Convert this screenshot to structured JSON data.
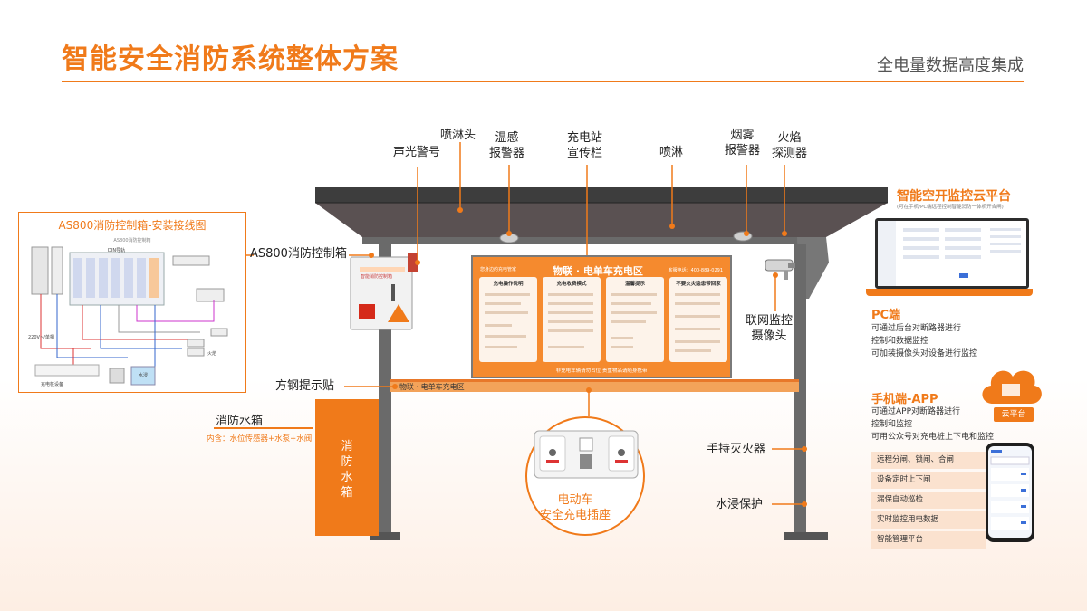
{
  "header": {
    "title": "智能安全消防系统整体方案",
    "subtitle": "全电量数据高度集成"
  },
  "colors": {
    "accent": "#f07a1a",
    "roof": "#4a4a4a",
    "pole": "#6a6a6a"
  },
  "wiring_panel": {
    "title": "AS800消防控制箱-安装接线图",
    "sub": "AS800消防控制箱",
    "labels": [
      "充电桩设备",
      "火焰",
      "水浸",
      "220V~/单相",
      "DIN导轨"
    ]
  },
  "callouts": {
    "sprinkler_head": "喷淋头",
    "alarm": "声光警号",
    "temp_sensor": "温感\n报警器",
    "station_board": "充电站\n宣传栏",
    "sprinkler": "喷淋",
    "smoke": "烟雾\n报警器",
    "flame": "火焰\n探测器",
    "control_box": "AS800消防控制箱",
    "camera": "联网监控\n摄像头",
    "steel_sticker": "方钢提示贴",
    "extinguisher": "手持灭火器",
    "flood": "水浸保护",
    "socket": "电动车\n安全充电插座"
  },
  "control_box": {
    "label": "智能消防控制箱"
  },
  "water_tank": {
    "label": "消防水箱",
    "sub": "内含：水位传感器+水泵+水阀",
    "text": "消\n防\n水\n箱"
  },
  "board": {
    "brand": "物联 · 电单车充电区",
    "left_text": "您身边的充电管家",
    "right_text": "客服电话：400-889-0291",
    "cards": [
      "充电操作说明",
      "充电收费模式",
      "温馨提示",
      "不要火灾隐患带回家"
    ],
    "footer": "非充电车辆请勿占位    贵重物品请随身携带"
  },
  "strip": {
    "text": "物联 · 电单车充电区"
  },
  "right_panel": {
    "cloud_title": "智能空开监控云平台",
    "cloud_sub": "(可在手机/PC端远程控制智能消防一体机开合闸)",
    "pc_title": "PC端",
    "pc_text": "可通过后台对断路器进行\n控制和数据监控\n可加装摄像头对设备进行监控",
    "app_title": "手机端-APP",
    "app_text": "可通过APP对断路器进行\n控制和监控\n可用公众号对充电桩上下电和监控",
    "cloud_badge": "云平台",
    "features": [
      "远程分闸、锁闸、合闸",
      "设备定时上下闸",
      "漏保自动巡检",
      "实时监控用电数据",
      "智能管理平台"
    ]
  }
}
